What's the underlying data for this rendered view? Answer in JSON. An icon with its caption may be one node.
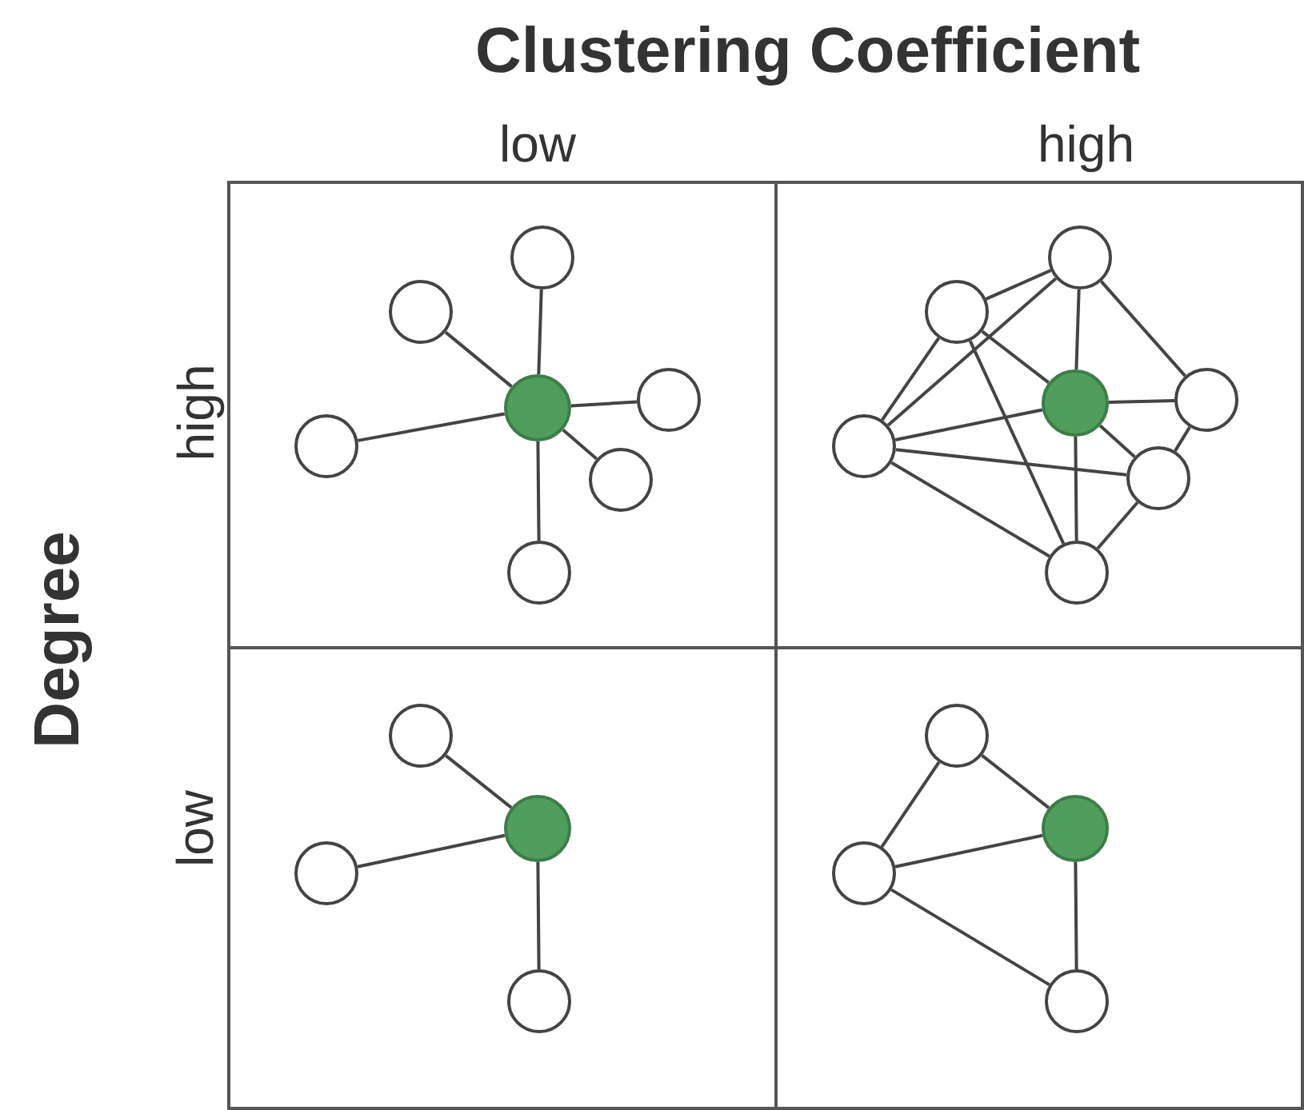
{
  "diagram": {
    "nodes": [
      {
        "text": [],
        "shape": "box"
      },
      {
        "text": [],
        "shape": "circle",
        "in": 0
      },
      {
        "text": [],
        "shape": "circle",
        "in": 0
      },
      {
        "text": [],
        "shape": "circle",
        "in": 0
      },
      {
        "text": [],
        "shape": "circle",
        "in": 0
      },
      {
        "text": [],
        "shape": "circle",
        "in": 0
      },
      {
        "text": [],
        "shape": "circle",
        "in": 0
      },
      {
        "text": [],
        "shape": "circle",
        "in": 0
      },
      {
        "text": [],
        "shape": "box"
      },
      {
        "text": [],
        "shape": "circle",
        "in": 8
      },
      {
        "text": [],
        "shape": "circle",
        "in": 8
      },
      {
        "text": [],
        "shape": "circle",
        "in": 8
      },
      {
        "text": [],
        "shape": "circle",
        "in": 8
      },
      {
        "text": [],
        "shape": "circle",
        "in": 8
      },
      {
        "text": [],
        "shape": "circle",
        "in": 8
      },
      {
        "text": [],
        "shape": "circle",
        "in": 8
      },
      {
        "text": [],
        "shape": "box"
      },
      {
        "text": [],
        "shape": "circle",
        "in": 16
      },
      {
        "text": [],
        "shape": "circle",
        "in": 16
      },
      {
        "text": [],
        "shape": "circle",
        "in": 16
      },
      {
        "text": [],
        "shape": "circle",
        "in": 16
      },
      {
        "text": [],
        "shape": "box"
      },
      {
        "text": [],
        "shape": "circle",
        "in": 21
      },
      {
        "text": [],
        "shape": "circle",
        "in": 21
      },
      {
        "text": [],
        "shape": "circle",
        "in": 21
      },
      {
        "text": [],
        "shape": "circle",
        "in": 21
      }
    ],
    "edges": [
      {
        "from": 4,
        "to": 1,
        "arrow": "none"
      },
      {
        "from": 4,
        "to": 2,
        "arrow": "none"
      },
      {
        "from": 4,
        "to": 3,
        "arrow": "none"
      },
      {
        "from": 4,
        "to": 5,
        "arrow": "none"
      },
      {
        "from": 4,
        "to": 6,
        "arrow": "none"
      },
      {
        "from": 4,
        "to": 7,
        "arrow": "none"
      },
      {
        "from": 10,
        "to": 9,
        "arrow": "none"
      },
      {
        "from": 13,
        "to": 9,
        "arrow": "none"
      },
      {
        "from": 13,
        "to": 10,
        "arrow": "none"
      },
      {
        "from": 10,
        "to": 12,
        "arrow": "none"
      },
      {
        "from": 10,
        "to": 15,
        "arrow": "none"
      },
      {
        "from": 9,
        "to": 12,
        "arrow": "none"
      },
      {
        "from": 9,
        "to": 11,
        "arrow": "none"
      },
      {
        "from": 13,
        "to": 12,
        "arrow": "none"
      },
      {
        "from": 13,
        "to": 14,
        "arrow": "none"
      },
      {
        "from": 13,
        "to": 15,
        "arrow": "none"
      },
      {
        "from": 12,
        "to": 11,
        "arrow": "none"
      },
      {
        "from": 12,
        "to": 14,
        "arrow": "none"
      },
      {
        "from": 12,
        "to": 15,
        "arrow": "none"
      },
      {
        "from": 11,
        "to": 14,
        "arrow": "none"
      },
      {
        "from": 14,
        "to": 15,
        "arrow": "none"
      },
      {
        "from": 18,
        "to": 17,
        "arrow": "none"
      },
      {
        "from": 18,
        "to": 19,
        "arrow": "none"
      },
      {
        "from": 18,
        "to": 20,
        "arrow": "none"
      },
      {
        "from": 22,
        "to": 23,
        "arrow": "none"
      },
      {
        "from": 22,
        "to": 24,
        "arrow": "none"
      },
      {
        "from": 24,
        "to": 23,
        "arrow": "none"
      },
      {
        "from": 24,
        "to": 25,
        "arrow": "none"
      },
      {
        "from": 23,
        "to": 25,
        "arrow": "none"
      }
    ],
    "labels": [
      "Clustering Coefficient",
      "low",
      "high",
      "Degree",
      "high",
      "low"
    ]
  }
}
